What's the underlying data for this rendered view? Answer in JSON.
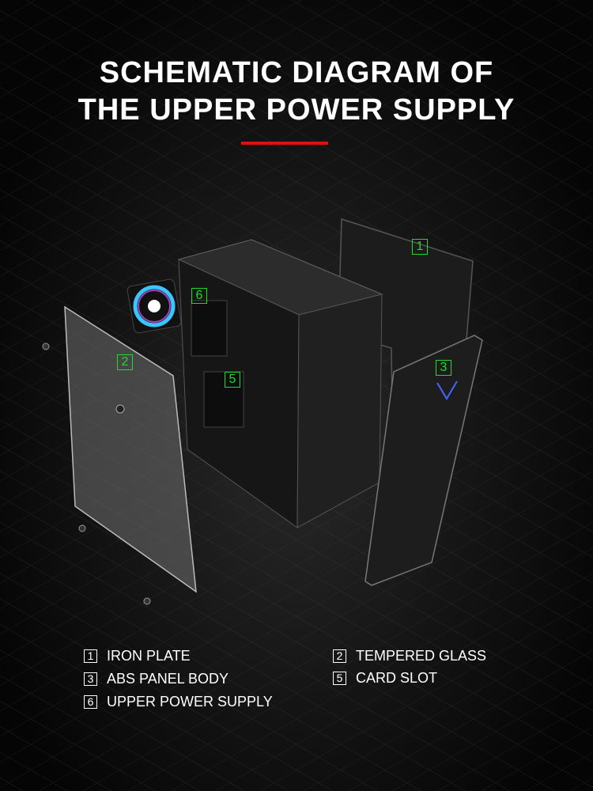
{
  "title": {
    "line1": "SCHEMATIC DIAGRAM OF",
    "line2": "THE UPPER POWER SUPPLY"
  },
  "accent_color": "#e01010",
  "callout_color": "#1fdc2a",
  "callouts": [
    {
      "num": "1",
      "part": "iron-plate"
    },
    {
      "num": "2",
      "part": "tempered-glass"
    },
    {
      "num": "3",
      "part": "abs-panel-body"
    },
    {
      "num": "5",
      "part": "card-slot"
    },
    {
      "num": "6",
      "part": "upper-power-supply"
    }
  ],
  "legend": [
    {
      "num": "1",
      "label": "IRON PLATE"
    },
    {
      "num": "2",
      "label": "TEMPERED GLASS"
    },
    {
      "num": "3",
      "label": "ABS PANEL BODY"
    },
    {
      "num": "5",
      "label": "CARD SLOT"
    },
    {
      "num": "6",
      "label": "UPPER POWER SUPPLY"
    }
  ]
}
